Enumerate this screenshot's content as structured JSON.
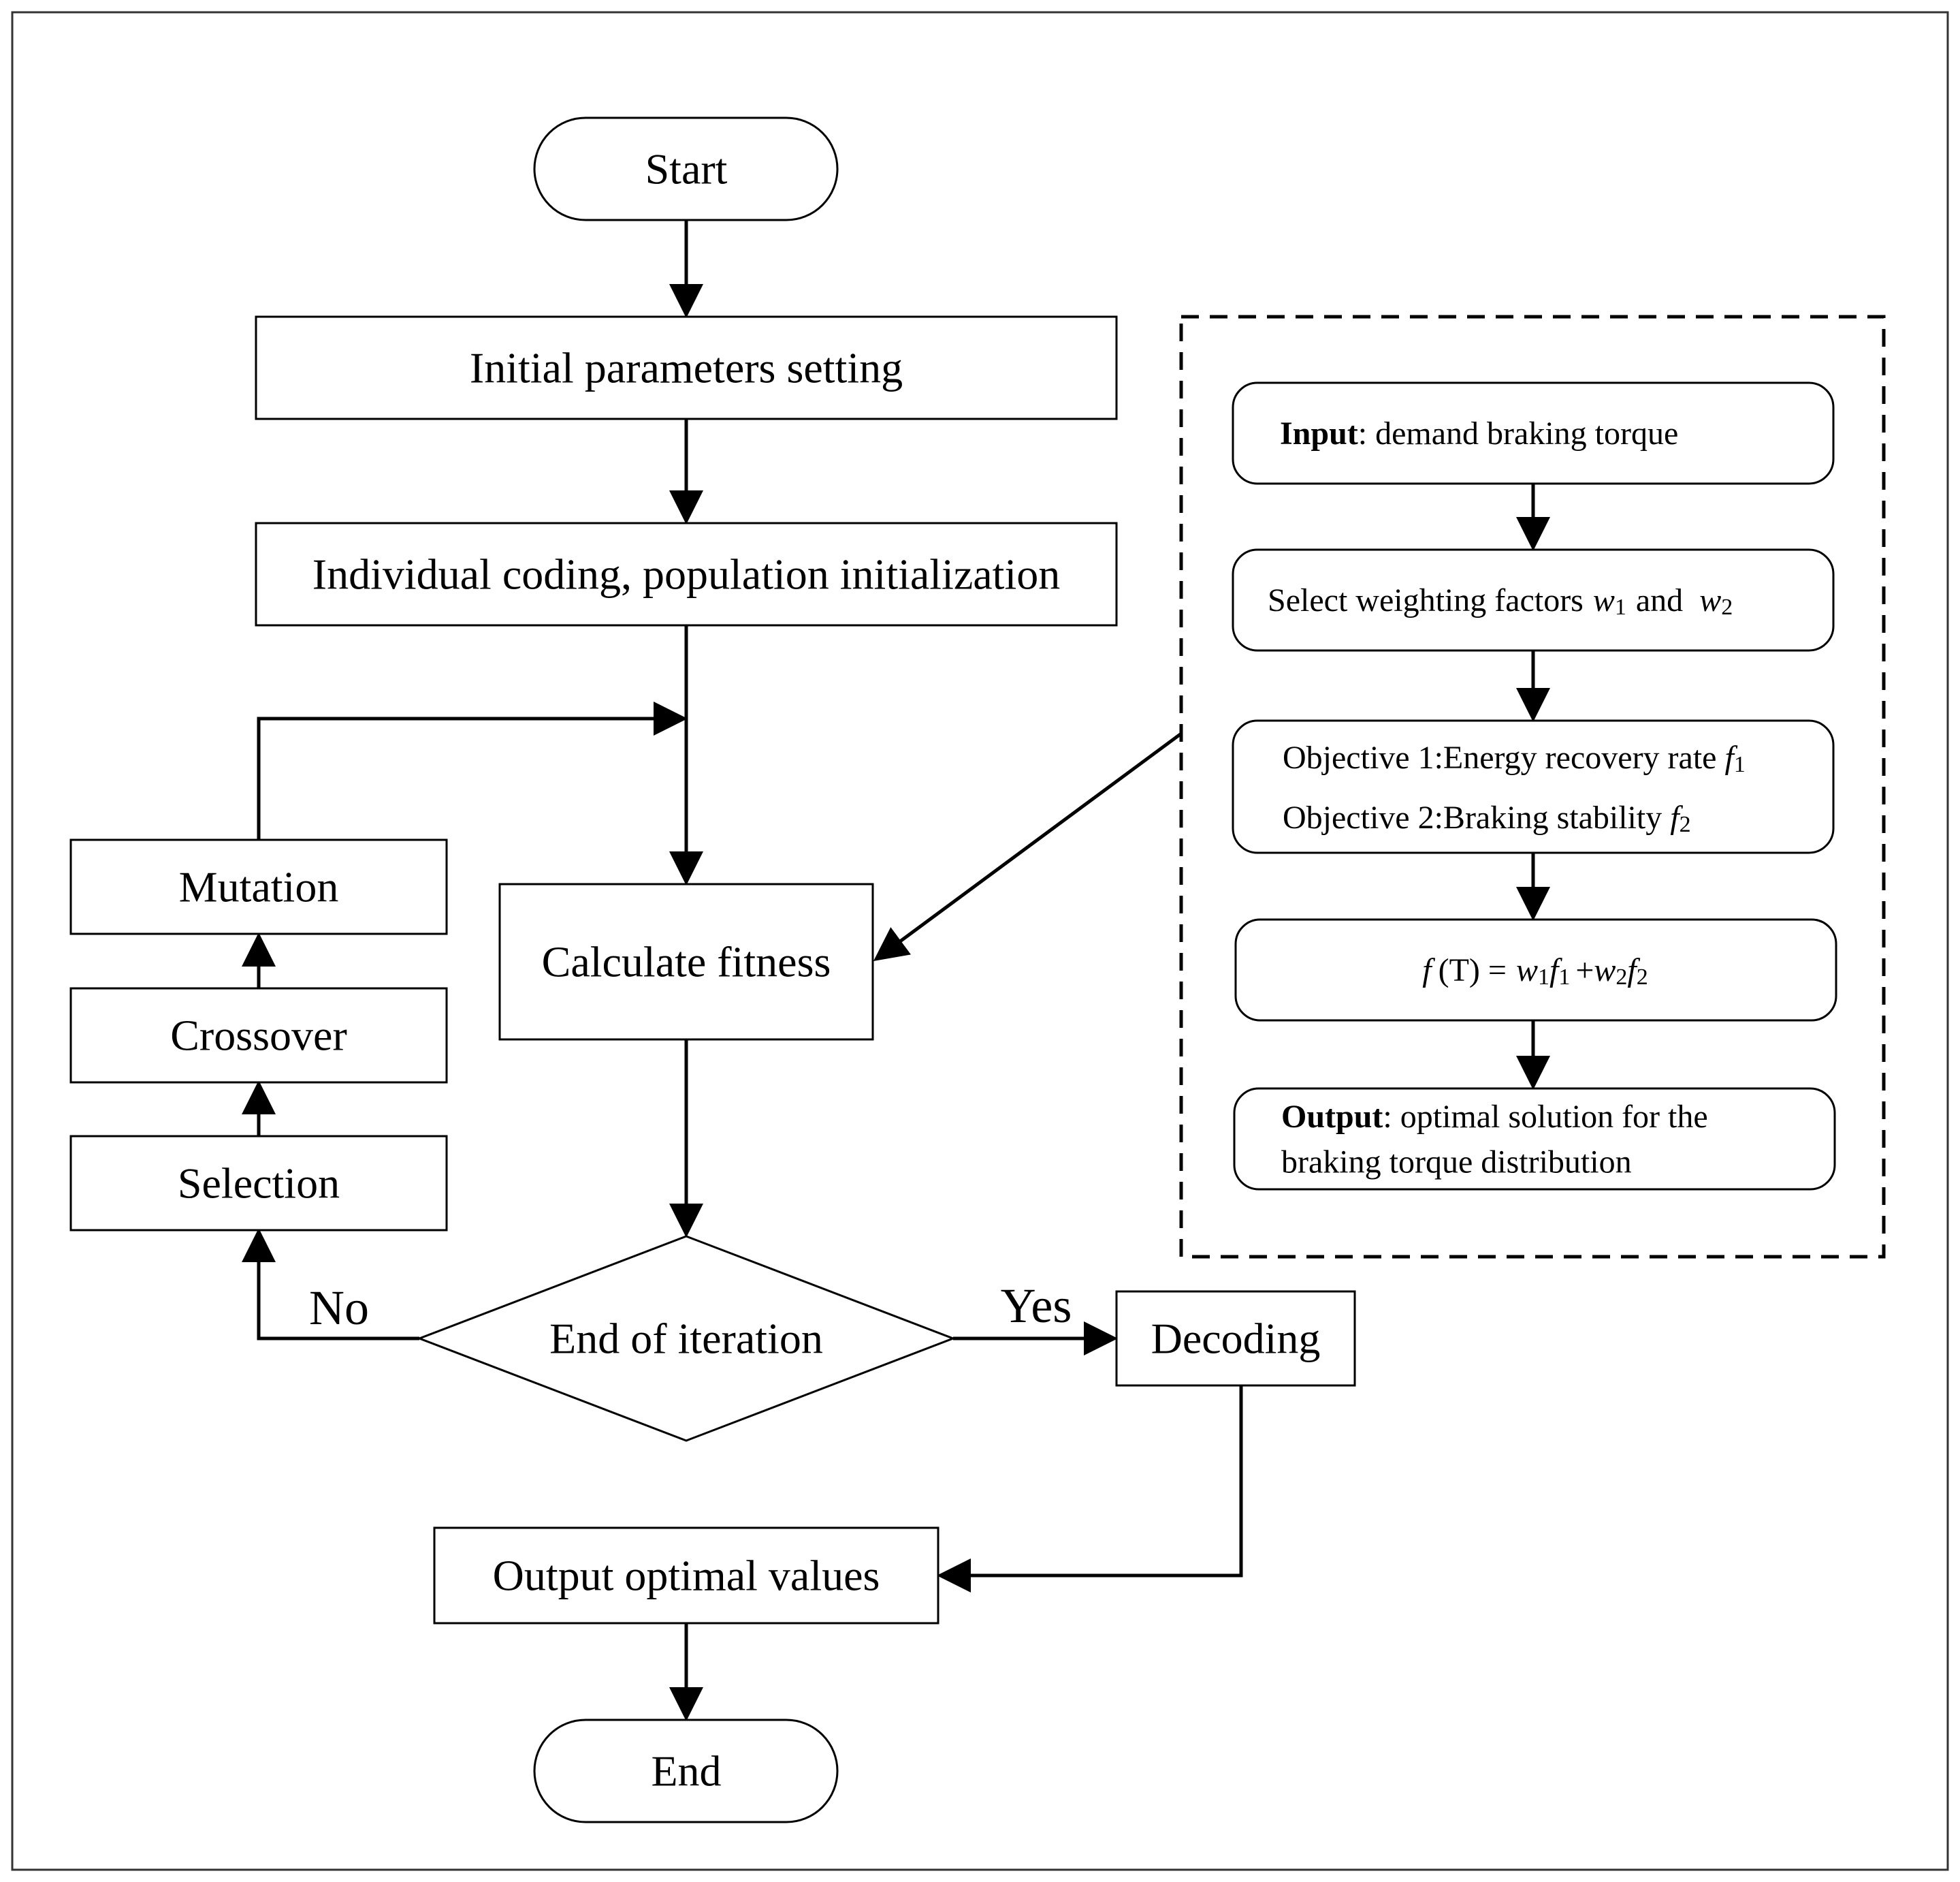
{
  "nodes": {
    "start": "Start",
    "init_params": "Initial parameters setting",
    "coding": "Individual coding, population initialization",
    "mutation": "Mutation",
    "crossover": "Crossover",
    "selection": "Selection",
    "calc_fitness": "Calculate fitness",
    "end_iteration": "End of iteration",
    "decoding": "Decoding",
    "output_optimal": "Output optimal values",
    "end": "End"
  },
  "edge_labels": {
    "no": "No",
    "yes": "Yes"
  },
  "fitness_detail": {
    "input_label": "Input",
    "input_text": ": demand braking torque",
    "select_text": "Select weighting factors",
    "w": "w",
    "and_text": "and",
    "sub_1": "1",
    "sub_2": "2",
    "objective1_text": "Objective 1:Energy recovery rate",
    "objective2_text": "Objective 2:Braking stability",
    "f": "f",
    "formula_T": "(T) =",
    "plus": "+",
    "output_label": "Output",
    "output_text_line1": ": optimal solution for the",
    "output_text_line2": "braking torque distribution"
  }
}
